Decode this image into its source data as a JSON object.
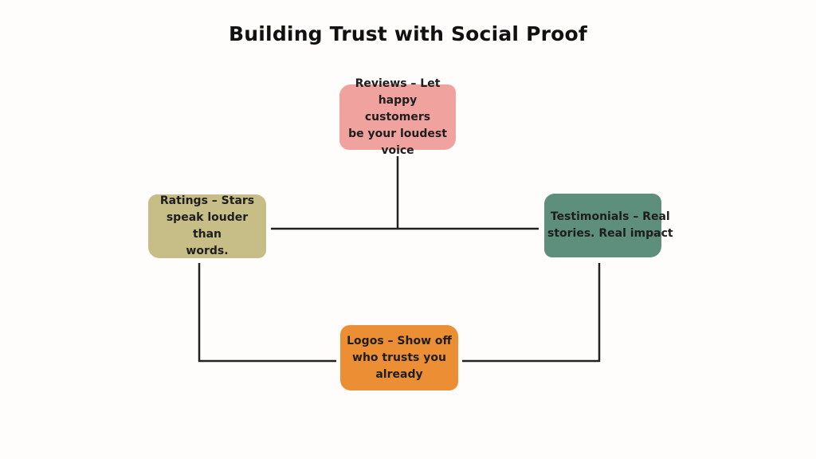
{
  "title": "Building Trust with Social Proof",
  "nodes": {
    "reviews": {
      "lines": [
        "Reviews – Let",
        "happy customers",
        "be your loudest",
        "voice"
      ],
      "color": "#f0a29e"
    },
    "ratings": {
      "lines": [
        "Ratings – Stars",
        "speak louder than",
        "words."
      ],
      "color": "#c7bd87"
    },
    "testimonials": {
      "lines": [
        "Testimonials – Real",
        "stories. Real impact"
      ],
      "color": "#5e8e7c"
    },
    "logos": {
      "lines": [
        "Logos – Show off",
        "who trusts you",
        "already"
      ],
      "color": "#ec8f34"
    }
  },
  "connector_color": "#222222"
}
